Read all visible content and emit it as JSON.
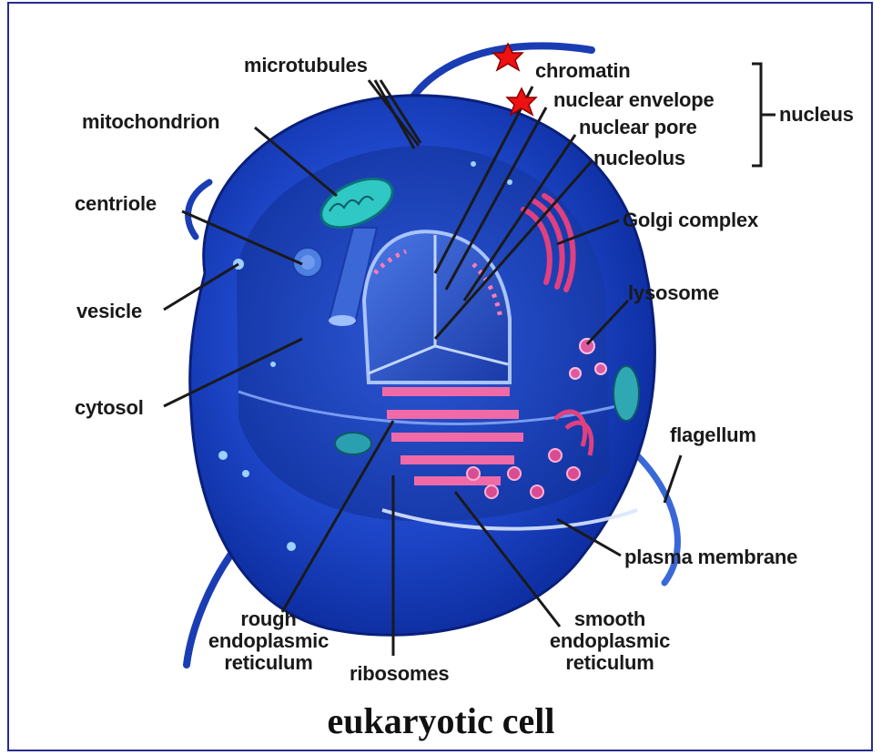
{
  "labels": {
    "microtubules": "microtubules",
    "mitochondrion": "mitochondrion",
    "centriole": "centriole",
    "vesicle": "vesicle",
    "cytosol": "cytosol",
    "chromatin": "chromatin",
    "nuclear_envelope": "nuclear envelope",
    "nuclear_pore": "nuclear pore",
    "nucleolus": "nucleolus",
    "nucleus": "nucleus",
    "golgi_complex": "Golgi complex",
    "lysosome": "lysosome",
    "flagellum": "flagellum",
    "plasma_membrane": "plasma membrane",
    "rough_er_1": "rough",
    "rough_er_2": "endoplasmic",
    "rough_er_3": "reticulum",
    "ribosomes": "ribosomes",
    "smooth_er_1": "smooth",
    "smooth_er_2": "endoplasmic",
    "smooth_er_3": "reticulum"
  },
  "title": "eukaryotic cell",
  "colors": {
    "cell_dark": "#0b2a9a",
    "cell_light": "#3f6fe0",
    "er_pink": "#e8559a",
    "star": "#ee1111",
    "leader": "#1a1a1a"
  },
  "markers": [
    "star-icon",
    "star-icon"
  ]
}
